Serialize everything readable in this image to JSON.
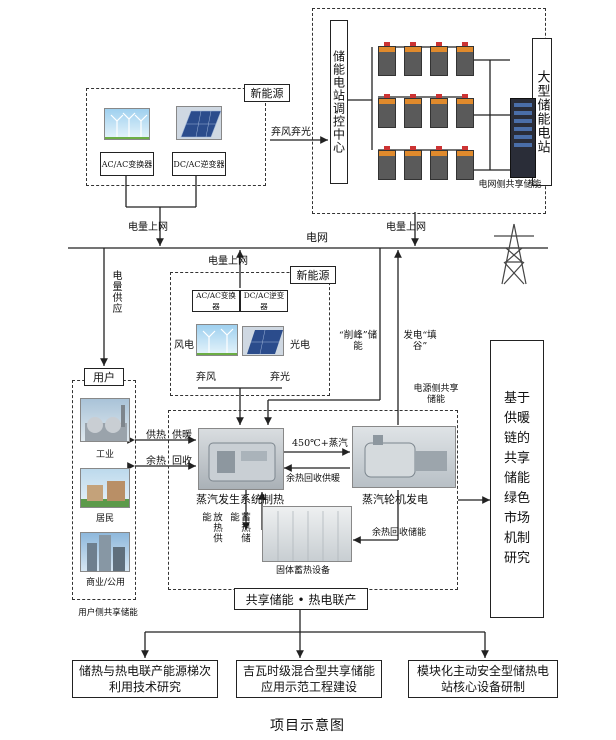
{
  "storage_station": {
    "control_center": "储能电站调控中心",
    "large_station": "大型储能电站",
    "grid_shared": "电网侧共享储能"
  },
  "renewable_top": {
    "title": "新能源",
    "ac_converter": "AC/AC变换器",
    "dc_inverter": "DC/AC逆变器",
    "curtail": "弃风弃光"
  },
  "labels": {
    "power_to_grid_left": "电量上网",
    "power_to_grid_right": "电量上网",
    "power_to_grid_mid": "电量上网",
    "grid": "电网",
    "power_supply": "电量供应",
    "peak_shave": "“削峰”储能",
    "valley_fill": "发电“填谷”",
    "source_shared": "电源侧共享储能"
  },
  "renewable_mid": {
    "title": "新能源",
    "ac_converter": "AC/AC变换器",
    "dc_inverter": "DC/AC逆变器",
    "wind": "风电",
    "solar": "光电",
    "curtail_wind": "弃风",
    "curtail_solar": "弃光"
  },
  "users": {
    "title": "用户",
    "industry": "工业",
    "resident": "居民",
    "commercial": "商业/公用",
    "shared": "用户侧共享储能"
  },
  "system": {
    "heat_supply_1": "供热",
    "heat_supply_2": "供暖",
    "waste_heat": "余热",
    "recovery": "回收",
    "steam_temp": "450℃+蒸汽",
    "waste_recovery_heat": "余热回收供暖",
    "steam_gen": "蒸汽发生系统制热",
    "turbine": "蒸汽轮机发电",
    "release_heat": "放热供能",
    "store_heat": "蓄热储能",
    "waste_recovery_store": "余热回收储能",
    "solid_storage": "固体蓄热设备",
    "shared_chp": "共享储能 • 热电联产"
  },
  "research_box": "基于供暖链的共享储能绿色市场机制研究",
  "bottom": {
    "b1": "储热与热电联产能源梯次利用技术研究",
    "b2": "吉瓦时级混合型共享储能应用示范工程建设",
    "b3": "模块化主动安全型储热电站核心设备研制"
  },
  "caption": "项目示意图"
}
